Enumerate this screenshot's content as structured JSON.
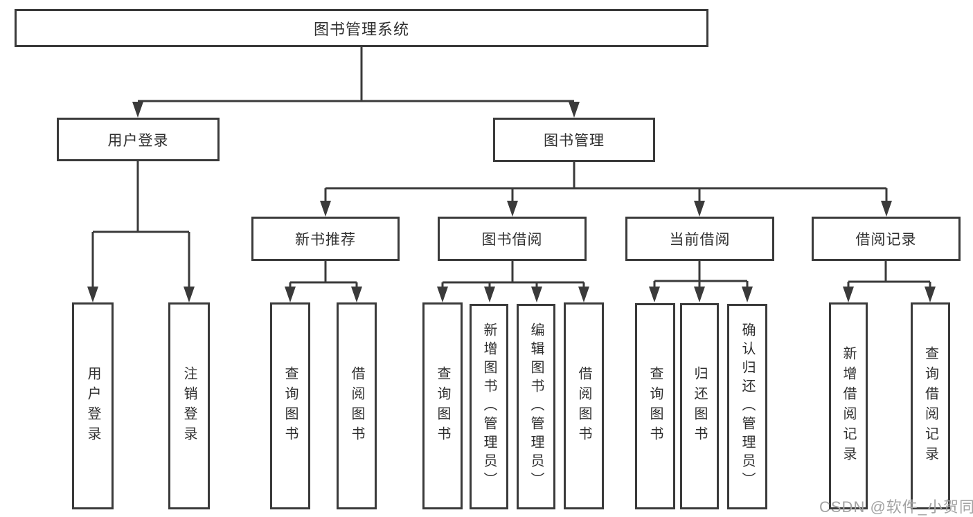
{
  "tree": {
    "label": "图书管理系统",
    "children": [
      {
        "label": "用户登录",
        "children": [
          {
            "label": "用户登录"
          },
          {
            "label": "注销登录"
          }
        ]
      },
      {
        "label": "图书管理",
        "children": [
          {
            "label": "新书推荐",
            "children": [
              {
                "label": "查询图书"
              },
              {
                "label": "借阅图书"
              }
            ]
          },
          {
            "label": "图书借阅",
            "children": [
              {
                "label": "查询图书"
              },
              {
                "label": "新增图书（管理员）"
              },
              {
                "label": "编辑图书（管理员）"
              },
              {
                "label": "借阅图书"
              }
            ]
          },
          {
            "label": "当前借阅",
            "children": [
              {
                "label": "查询图书"
              },
              {
                "label": "归还图书"
              },
              {
                "label": "确认归还（管理员）"
              }
            ]
          },
          {
            "label": "借阅记录",
            "children": [
              {
                "label": "新增借阅记录"
              },
              {
                "label": "查询借阅记录"
              }
            ]
          }
        ]
      }
    ]
  },
  "watermark": {
    "text": "CSDN @软件_小贺同学"
  },
  "colors": {
    "line": "#3a3a3a",
    "text": "#2f2f2f",
    "watermark": "#a3a3a3",
    "background": "#ffffff"
  }
}
